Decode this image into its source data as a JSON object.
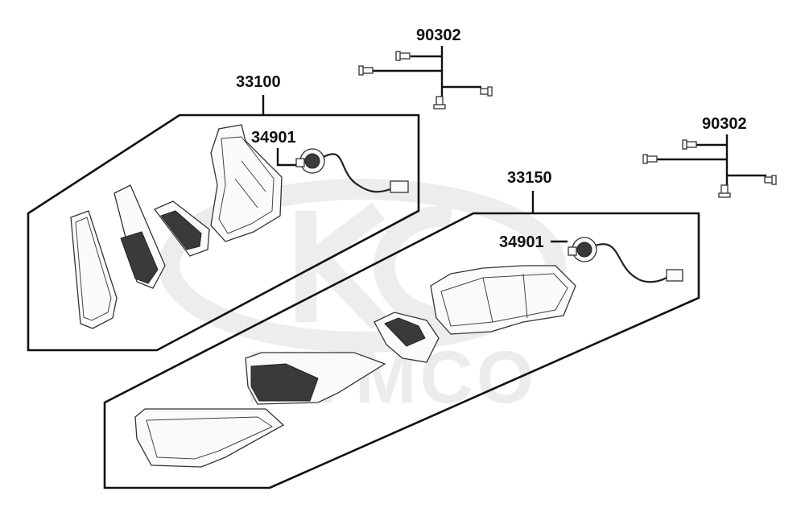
{
  "watermark": {
    "brand_text": "KYMCO"
  },
  "callouts": {
    "screws_top": "90302",
    "screws_right": "90302",
    "left_assembly": "33100",
    "left_socket": "34901",
    "right_assembly": "33150",
    "right_socket": "34901"
  },
  "colors": {
    "line": "#111111",
    "watermark": "#ececec",
    "lens_tint": "#3a3a3a"
  }
}
